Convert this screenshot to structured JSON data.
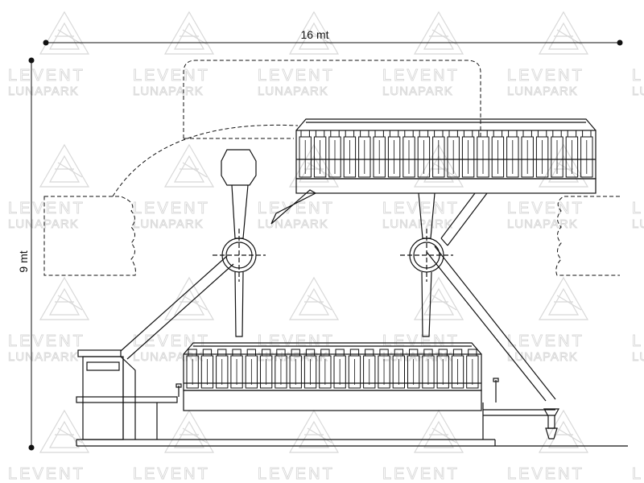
{
  "dimensions": {
    "width_label": "16 mt",
    "height_label": "9 mt"
  },
  "watermark": {
    "line1": "LEVENT",
    "line2": "LUNAPARK",
    "icon": "levent-triangle-logo"
  },
  "colors": {
    "line": "#111111",
    "watermark": "#d8d8d8",
    "background": "#ffffff"
  }
}
